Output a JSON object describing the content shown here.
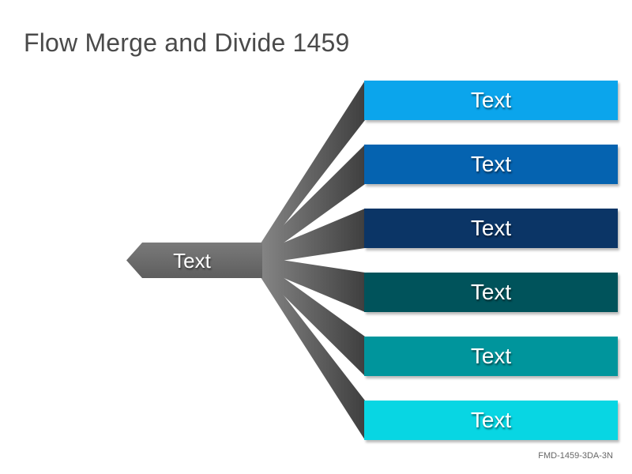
{
  "title": "Flow Merge and Divide 1459",
  "source": {
    "label": "Text",
    "color": "#6e6e6e"
  },
  "targets": [
    {
      "label": "Text",
      "color": "#0ba5ec"
    },
    {
      "label": "Text",
      "color": "#0563b0"
    },
    {
      "label": "Text",
      "color": "#0b3566"
    },
    {
      "label": "Text",
      "color": "#00535b"
    },
    {
      "label": "Text",
      "color": "#00959c"
    },
    {
      "label": "Text",
      "color": "#08d6e3"
    }
  ],
  "footer": "FMD-1459-3DA-3N"
}
